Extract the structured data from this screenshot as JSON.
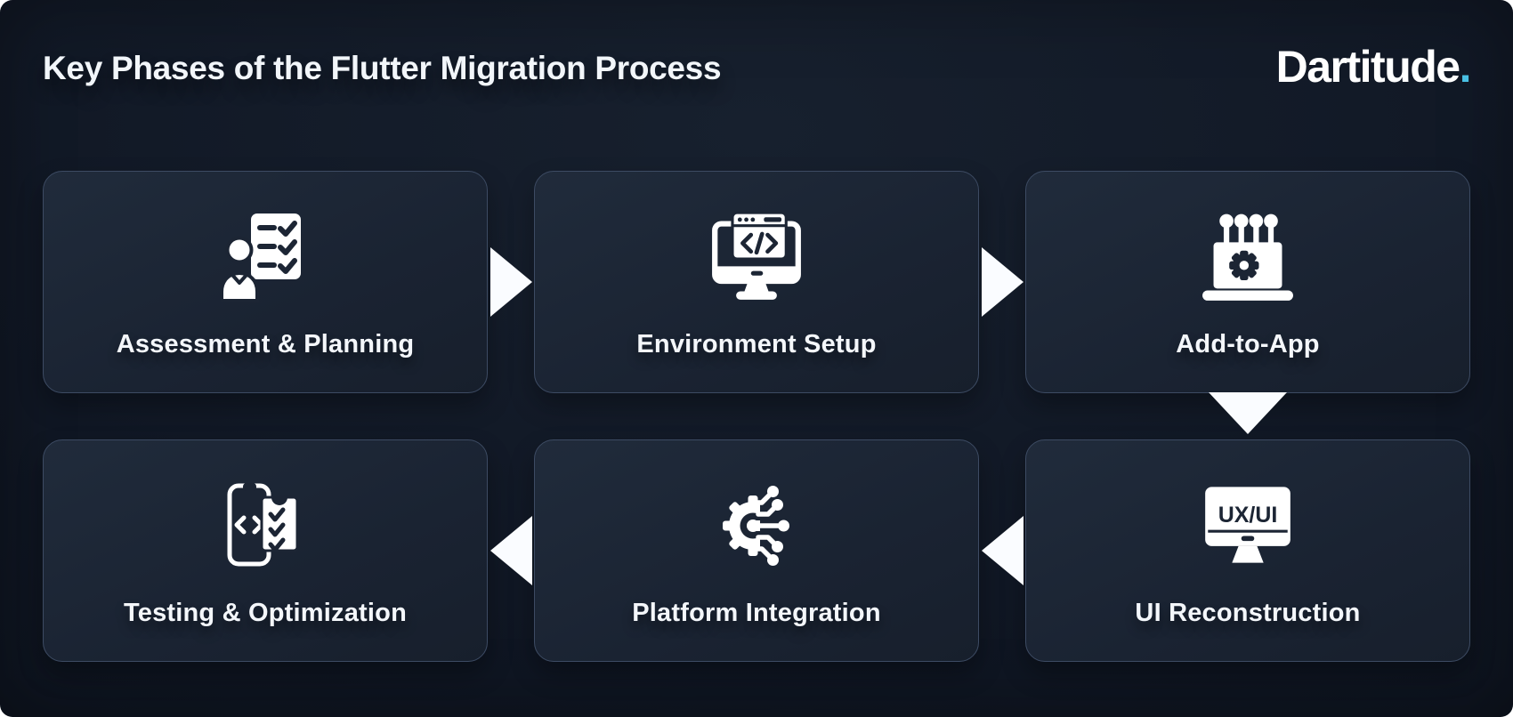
{
  "header": {
    "title": "Key Phases of the Flutter Migration Process",
    "logo": {
      "text": "Dartitude",
      "dot": ".",
      "dot_color": "#49c0e3"
    }
  },
  "colors": {
    "page_background": "#ffffff",
    "panel_background": "#101724",
    "card_background": "#1a2332",
    "card_border": "#3d4b63",
    "label_text": "#f4f7fb",
    "icon_foreground": "#ffffff",
    "icon_cutout": "#1c2534",
    "arrow_fill": "#fafcff",
    "accent": "#49c0e3"
  },
  "flow": {
    "cards": [
      {
        "label": "Assessment & Planning",
        "icon": "person-checklist-icon",
        "row": 1,
        "col": 1
      },
      {
        "label": "Environment Setup",
        "icon": "monitor-code-icon",
        "row": 1,
        "col": 2
      },
      {
        "label": "Add-to-App",
        "icon": "laptop-plugins-gear-icon",
        "row": 1,
        "col": 3
      },
      {
        "label": "Testing & Optimization",
        "icon": "phone-checklist-icon",
        "row": 2,
        "col": 1
      },
      {
        "label": "Platform Integration",
        "icon": "gear-circuit-icon",
        "row": 2,
        "col": 2
      },
      {
        "label": "UI Reconstruction",
        "icon": "monitor-uxui-icon",
        "row": 2,
        "col": 3
      }
    ],
    "icon_texts": {
      "uxui_screen_label": "UX/UI"
    },
    "connectors": [
      {
        "from": "Assessment & Planning",
        "to": "Environment Setup",
        "direction": "right"
      },
      {
        "from": "Environment Setup",
        "to": "Add-to-App",
        "direction": "right"
      },
      {
        "from": "Add-to-App",
        "to": "UI Reconstruction",
        "direction": "down"
      },
      {
        "from": "UI Reconstruction",
        "to": "Platform Integration",
        "direction": "left"
      },
      {
        "from": "Platform Integration",
        "to": "Testing & Optimization",
        "direction": "left"
      }
    ]
  }
}
